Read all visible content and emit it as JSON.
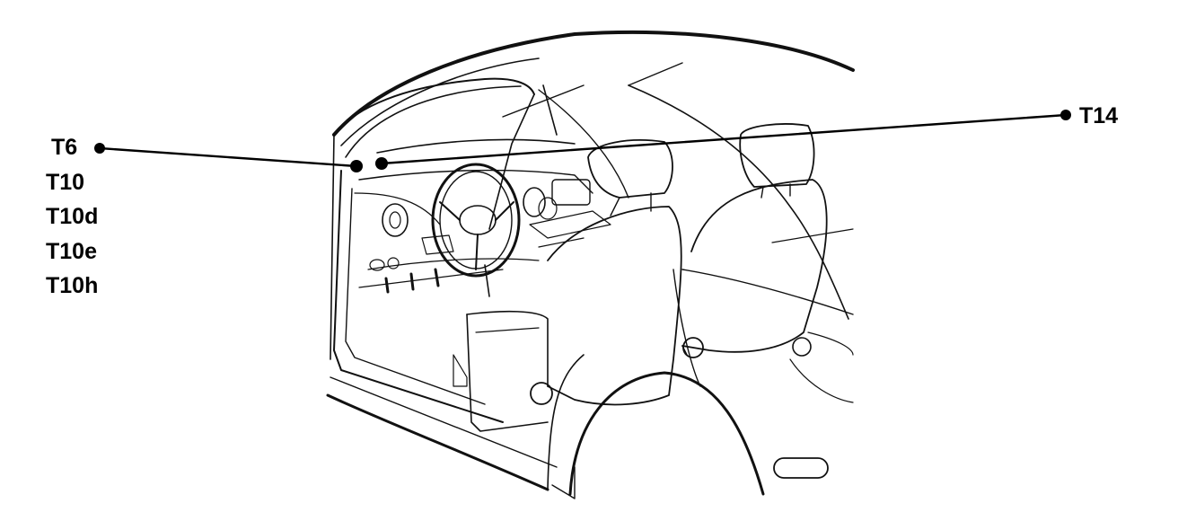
{
  "connectors": {
    "left_group": [
      "T6",
      "T10",
      "T10d",
      "T10e",
      "T10h"
    ],
    "right": "T14"
  },
  "colors": {
    "ink": "#000000",
    "background": "#ffffff"
  }
}
